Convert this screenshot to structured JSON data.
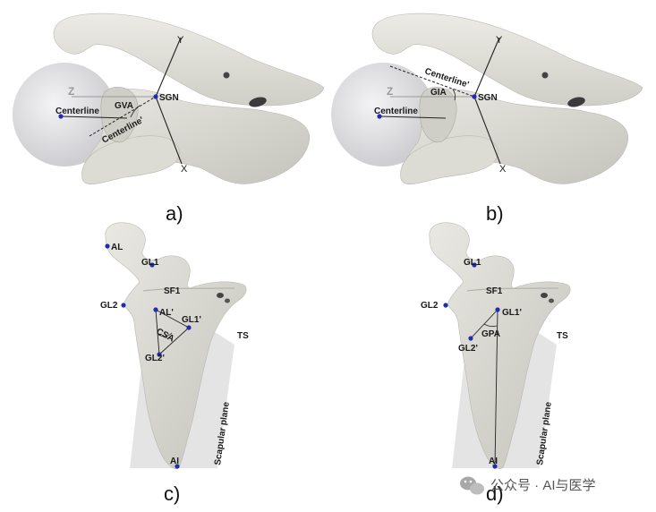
{
  "panels": {
    "a": {
      "caption": "a)",
      "labels": {
        "z": "Z",
        "y": "Y",
        "x": "X",
        "centerline": "Centerline",
        "gva": "GVA",
        "centerline_prime": "Centerline'",
        "sgn": "SGN"
      }
    },
    "b": {
      "caption": "b)",
      "labels": {
        "z": "Z",
        "y": "Y",
        "x": "X",
        "centerline": "Centerline",
        "gia": "GIA",
        "centerline_prime": "Centerline'",
        "sgn": "SGN"
      }
    },
    "c": {
      "caption": "c)",
      "labels": {
        "al": "AL",
        "gl1": "GL1",
        "sf1": "SF1",
        "gl2": "GL2",
        "al_prime": "AL'",
        "gl1_prime": "GL1'",
        "csa": "CSA",
        "gl2_prime": "GL2'",
        "ts": "TS",
        "ai": "AI",
        "scapular_plane": "Scapular plane"
      }
    },
    "d": {
      "caption": "d)",
      "labels": {
        "gl1": "GL1",
        "sf1": "SF1",
        "gl2": "GL2",
        "gl1_prime": "GL1'",
        "gpa": "GPA",
        "gl2_prime": "GL2'",
        "ts": "TS",
        "ai": "AI",
        "scapular_plane": "Scapular plane"
      }
    }
  },
  "watermark": {
    "text": "公众号 · AI与医学"
  },
  "colors": {
    "bone": "#e3e2dc",
    "bone_shadow": "#c9c8c1",
    "landmark": "#1f2db0",
    "sphere": "#d8d8dc",
    "plane": "#e6e6e6"
  }
}
